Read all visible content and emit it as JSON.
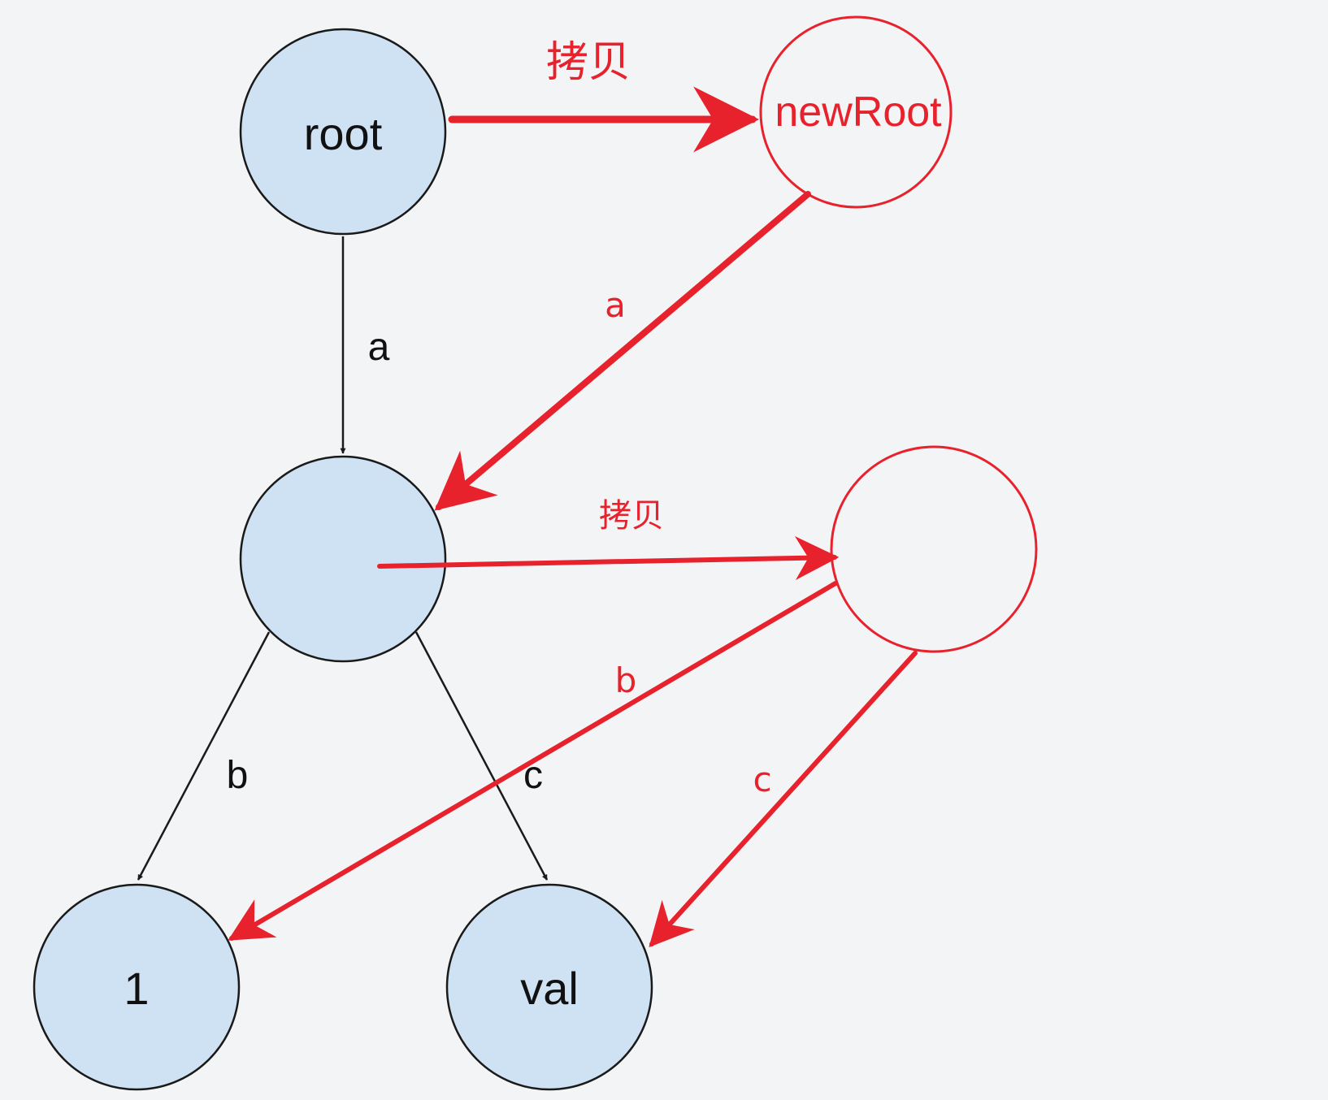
{
  "colors": {
    "original_node_fill": "#cfe2f3",
    "original_stroke": "#1a1a1a",
    "copy_accent": "#e8222d",
    "background": "#f3f4f6"
  },
  "nodes": {
    "root": {
      "label": "root"
    },
    "newroot": {
      "label": "newRoot"
    },
    "a_orig": {
      "label": ""
    },
    "a_copy": {
      "label": ""
    },
    "one": {
      "label": "1"
    },
    "val": {
      "label": "val"
    }
  },
  "edges": {
    "orig_a": {
      "label": "a"
    },
    "orig_b": {
      "label": "b"
    },
    "orig_c": {
      "label": "c"
    },
    "copy_a": {
      "label": "a"
    },
    "copy_b": {
      "label": "b"
    },
    "copy_c": {
      "label": "c"
    },
    "copy_root": {
      "label": "拷贝"
    },
    "copy_mid": {
      "label": "拷贝"
    }
  }
}
